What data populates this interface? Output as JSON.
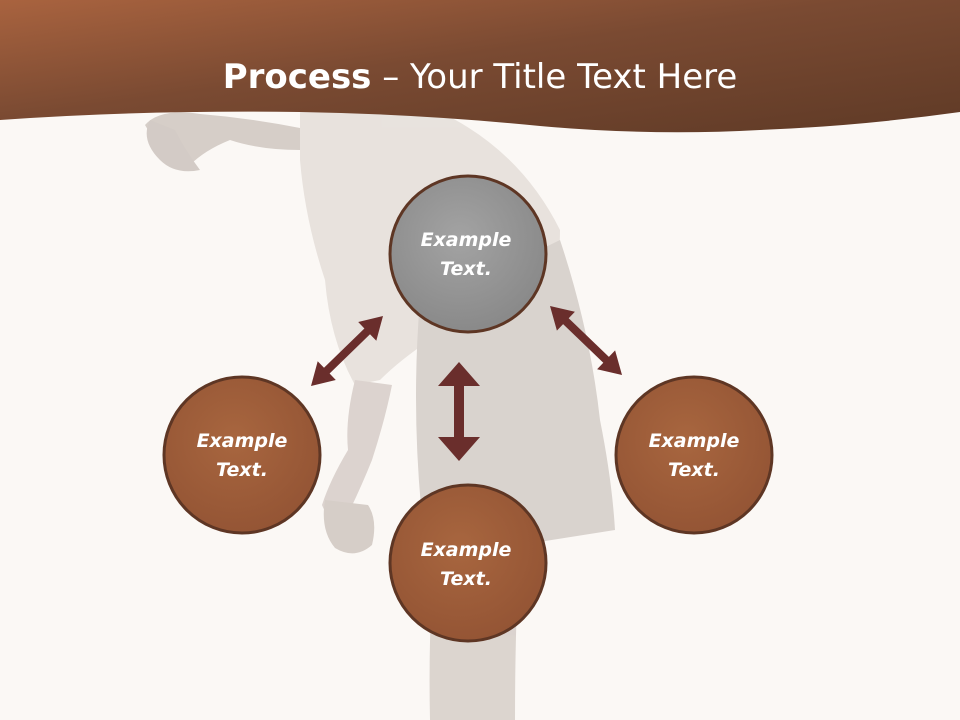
{
  "title": {
    "bold": "Process",
    "rest": " – Your Title Text Here"
  },
  "colors": {
    "banner_dark": "#5f3a26",
    "banner_light": "#a9633f",
    "circle_gray": "#8f8f8f",
    "circle_brown": "#9c5b3c",
    "circle_border": "#5e3624",
    "arrow": "#6a2e2c",
    "background": "#fbf8f5"
  },
  "nodes": {
    "top": {
      "line1": "Example",
      "line2": "Text."
    },
    "left": {
      "line1": "Example",
      "line2": "Text."
    },
    "right": {
      "line1": "Example",
      "line2": "Text."
    },
    "bottom": {
      "line1": "Example",
      "line2": "Text."
    }
  },
  "image": {
    "subject": "woman-bending-over-photo"
  }
}
